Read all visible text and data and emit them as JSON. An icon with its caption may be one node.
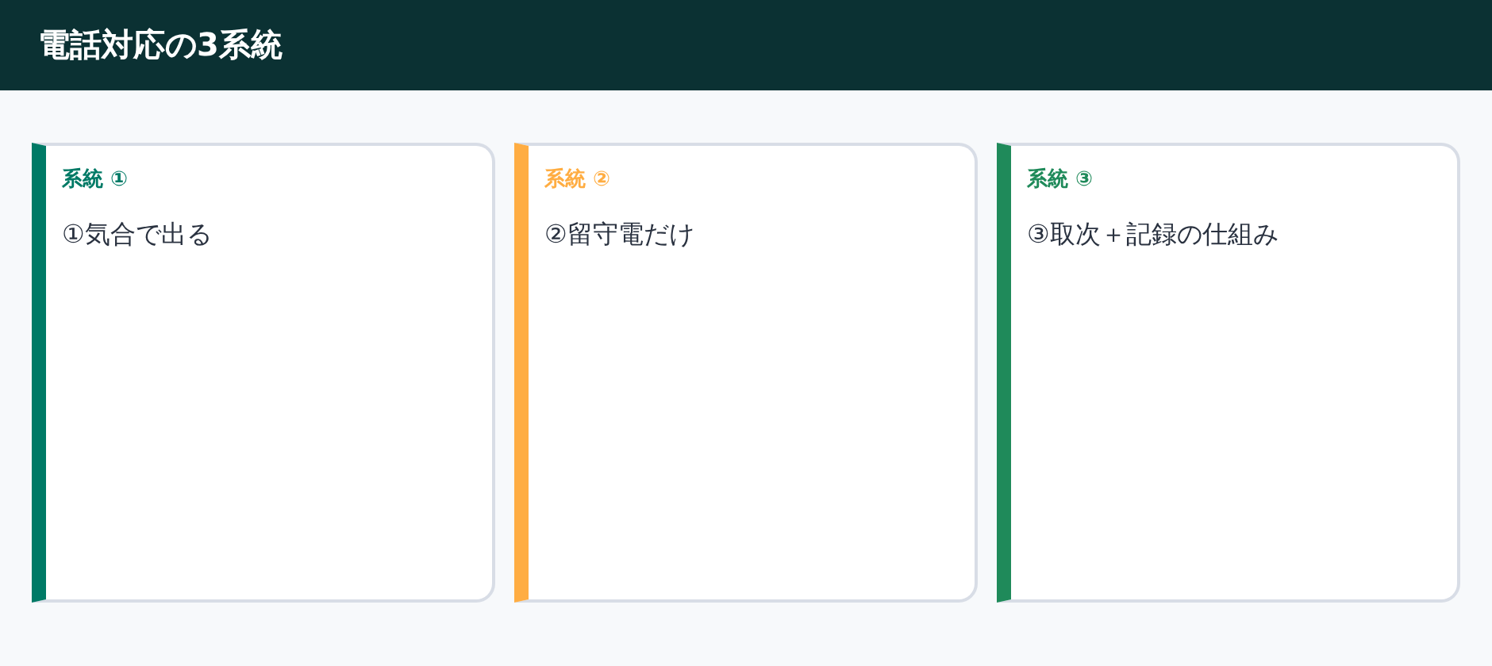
{
  "diagram": {
    "title": "電話対応の3系統",
    "nodes": [
      {
        "text": [
          "系統 ①",
          "①気合で出る"
        ]
      },
      {
        "text": [
          "系統 ②",
          "②留守電だけ"
        ]
      },
      {
        "text": [
          "系統 ③",
          "③取次＋記録の仕組み"
        ]
      }
    ]
  }
}
